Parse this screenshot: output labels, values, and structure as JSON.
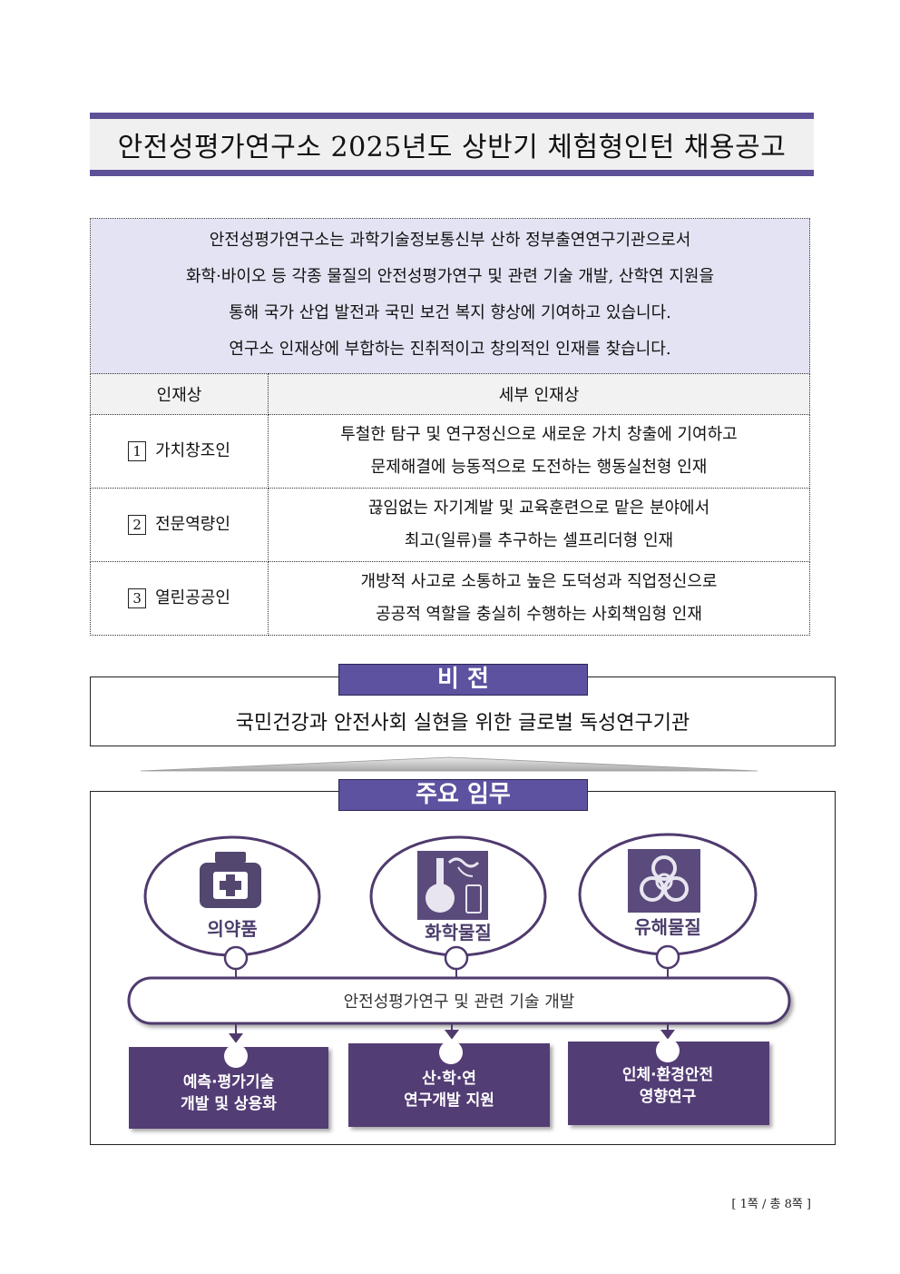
{
  "title": "안전성평가연구소 2025년도 상반기 체험형인턴 채용공고",
  "intro": {
    "lines": [
      "안전성평가연구소는 과학기술정보통신부 산하 정부출연연구기관으로서",
      "화학·바이오 등 각종 물질의 안전성평가연구 및 관련 기술 개발, 산학연 지원을",
      "통해 국가 산업 발전과 국민 보건 복지 향상에 기여하고 있습니다.",
      "연구소 인재상에 부합하는 진취적이고 창의적인 인재를 찾습니다."
    ],
    "headers": [
      "인재상",
      "세부 인재상"
    ],
    "rows": [
      {
        "num": "1",
        "name": "가치창조인",
        "desc": [
          "투철한 탐구 및 연구정신으로 새로운 가치 창출에 기여하고",
          "문제해결에 능동적으로 도전하는 행동실천형 인재"
        ]
      },
      {
        "num": "2",
        "name": "전문역량인",
        "desc": [
          "끊임없는 자기계발 및 교육훈련으로 맡은 분야에서",
          "최고(일류)를 추구하는 셀프리더형 인재"
        ]
      },
      {
        "num": "3",
        "name": "열린공공인",
        "desc": [
          "개방적 사고로 소통하고 높은 도덕성과 직업정신으로",
          "공공적 역할을 충실히 수행하는 사회책임형 인재"
        ]
      }
    ]
  },
  "vision": {
    "label": "비  전",
    "text": "국민건강과 안전사회 실현을 위한 글로벌 독성연구기관"
  },
  "mission": {
    "label": "주요 임무",
    "circles": [
      {
        "label": "의약품",
        "icon": "medicine-bottle-icon"
      },
      {
        "label": "화학물질",
        "icon": "chemical-flask-icon"
      },
      {
        "label": "유해물질",
        "icon": "biohazard-icon"
      }
    ],
    "bar": "안전성평가연구 및 관련 기술 개발",
    "boxes": [
      [
        "예측·평가기술",
        "개발 및 상용화"
      ],
      [
        "산·학·연",
        "연구개발 지원"
      ],
      [
        "인체·환경안전",
        "영향연구"
      ]
    ],
    "colors": {
      "primary": "#5d52a0",
      "deep": "#533d74",
      "circle_border": "#4f3a6e"
    }
  },
  "footer": "[ 1쪽 / 총 8쪽 ]"
}
